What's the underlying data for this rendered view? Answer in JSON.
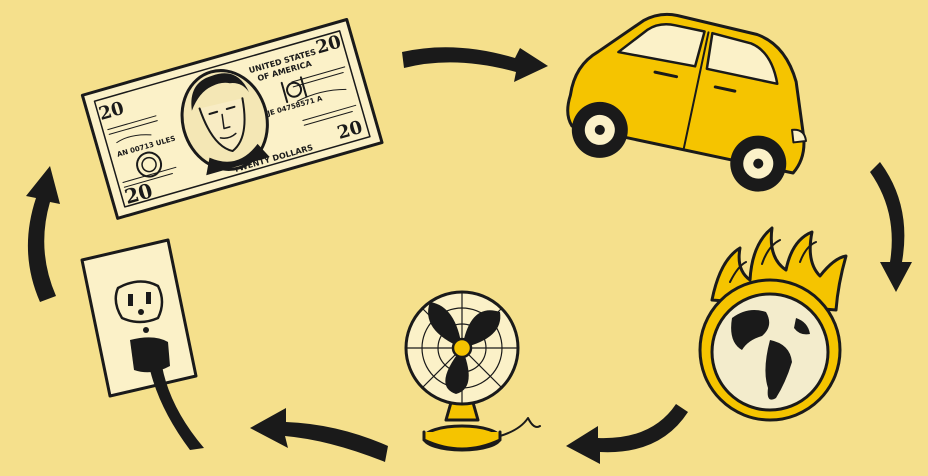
{
  "colors": {
    "background": "#f5e08c",
    "ink": "#1a1a1a",
    "paper": "#fbf1c8",
    "yellow": "#f5c400",
    "globe_ocean": "#f3eccc"
  },
  "bill": {
    "denomination": "20",
    "country_line1": "UNITED STATES",
    "country_line2": "OF AMERICA",
    "serial": "AN 00713 ULES",
    "serial_right": "JE 04758571 A",
    "bottom_text": "TWENTY DOLLARS"
  },
  "cycle_items": [
    {
      "name": "twenty-dollar-bill",
      "icon": "dollar-bill-icon"
    },
    {
      "name": "yellow-car",
      "icon": "car-icon"
    },
    {
      "name": "burning-globe",
      "icon": "globe-on-fire-icon"
    },
    {
      "name": "electric-fan",
      "icon": "fan-icon"
    },
    {
      "name": "power-outlet-with-plug",
      "icon": "outlet-plug-icon"
    }
  ],
  "arrows": [
    {
      "from": "twenty-dollar-bill",
      "to": "yellow-car"
    },
    {
      "from": "yellow-car",
      "to": "burning-globe"
    },
    {
      "from": "burning-globe",
      "to": "electric-fan"
    },
    {
      "from": "electric-fan",
      "to": "power-outlet-with-plug"
    },
    {
      "from": "power-outlet-with-plug",
      "to": "twenty-dollar-bill"
    }
  ]
}
